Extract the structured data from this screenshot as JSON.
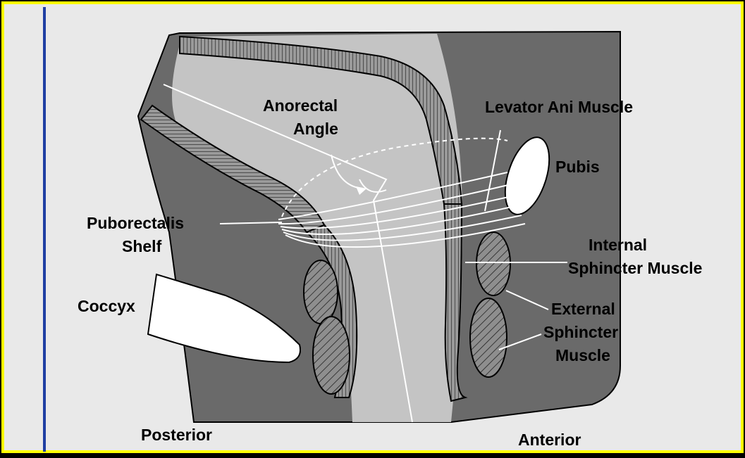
{
  "colors": {
    "frame_border": "#ffff00",
    "background": "#000000",
    "paper": "#e9e9e9",
    "accent_line": "#1f3fa3",
    "tissue_dark": "#6a6a6a",
    "lumen_light": "#c4c4c4",
    "wall_fill": "#9a9a9a",
    "sphincter_fill": "#8e8e8e",
    "fiber_white": "#ffffff"
  },
  "labels": {
    "anorectal_angle_1": "Anorectal",
    "anorectal_angle_2": "Angle",
    "levator_ani": "Levator Ani Muscle",
    "pubis": "Pubis",
    "puborectalis_1": "Puborectalis",
    "puborectalis_2": "Shelf",
    "internal_sphincter_1": "Internal",
    "internal_sphincter_2": "Sphincter Muscle",
    "coccyx": "Coccyx",
    "external_sphincter_1": "External",
    "external_sphincter_2": "Sphincter",
    "external_sphincter_3": "Muscle",
    "posterior": "Posterior",
    "anterior": "Anterior"
  }
}
